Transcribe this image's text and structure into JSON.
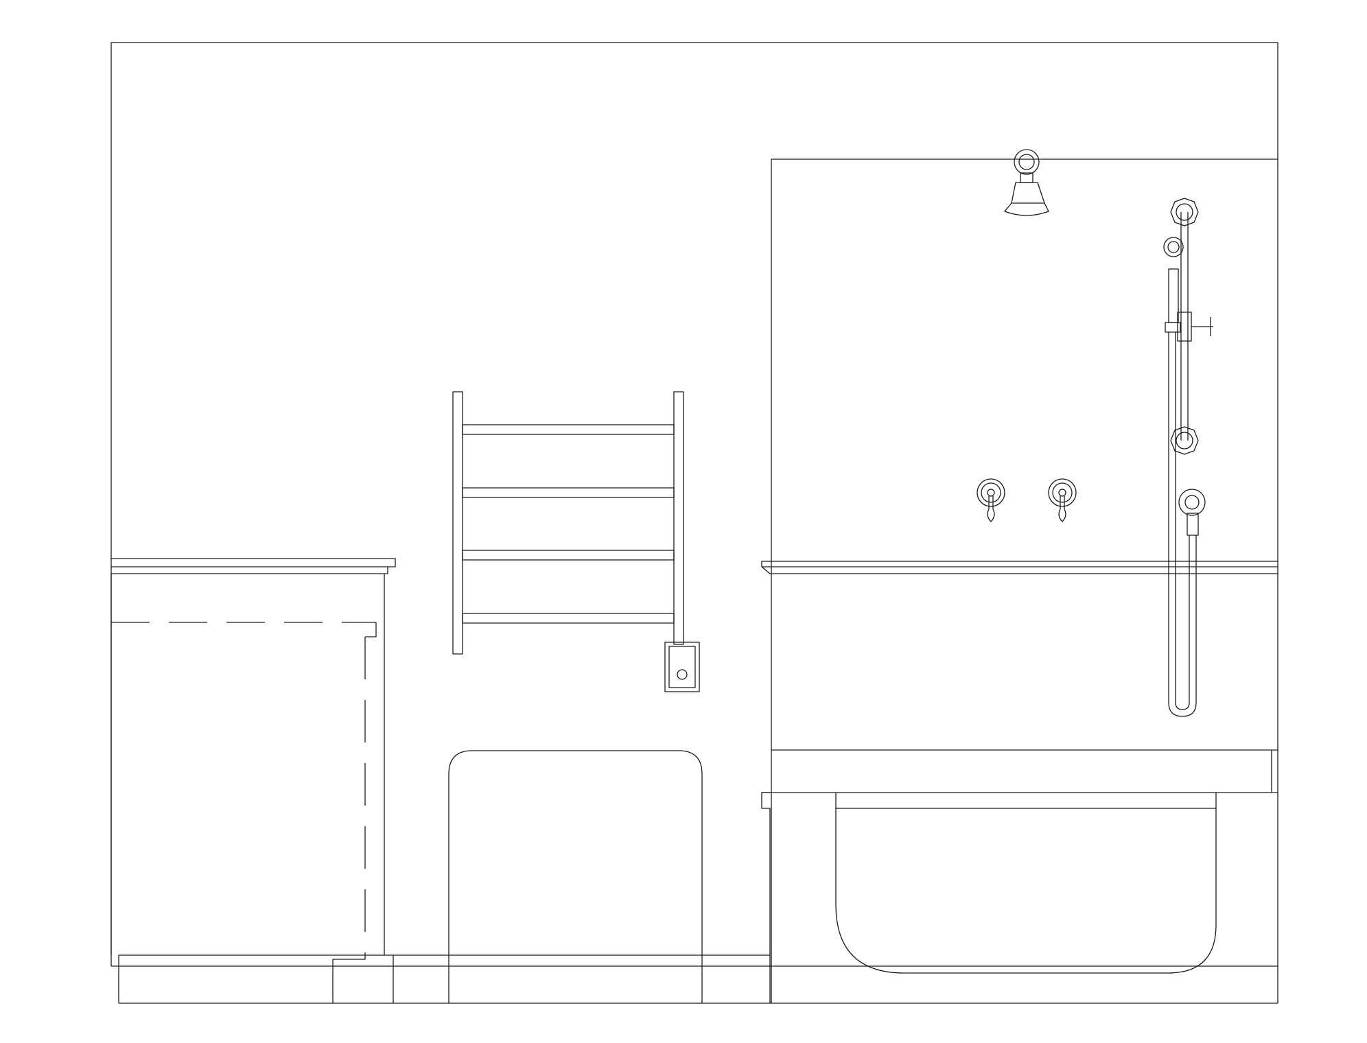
{
  "drawing": {
    "type": "bathroom-elevation",
    "line_color": "#1a1a1a",
    "background_color": "#ffffff",
    "elements": [
      "room-outline",
      "vanity-cabinet",
      "heated-towel-rail",
      "toilet-alcove",
      "shower-enclosure",
      "shower-head",
      "shower-slide-bar",
      "hand-shower",
      "mixer-valves",
      "bathtub"
    ]
  }
}
